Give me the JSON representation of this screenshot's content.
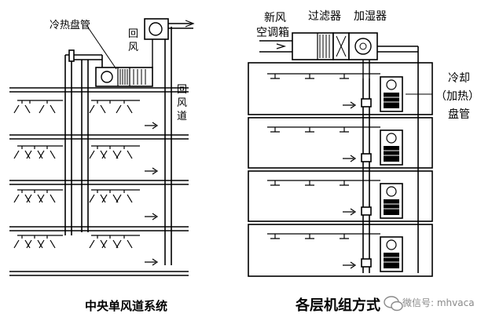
{
  "left_panel": {
    "label_coil": "冷热盘管",
    "label_return_air": "回风",
    "label_return_duct": "回风道",
    "caption": "中央单风道系统"
  },
  "right_panel": {
    "label_fresh_air": "新风",
    "label_ahu": "空调箱",
    "label_filter": "过滤器",
    "label_humidifier": "加湿器",
    "label_coil_line1": "冷却",
    "label_coil_line2": "（加热）",
    "label_coil_line3": "盘管",
    "caption": "各层机组方式"
  },
  "watermark": {
    "text": "微信号: mhvaca",
    "icon": "wechat-bubble-icon"
  }
}
